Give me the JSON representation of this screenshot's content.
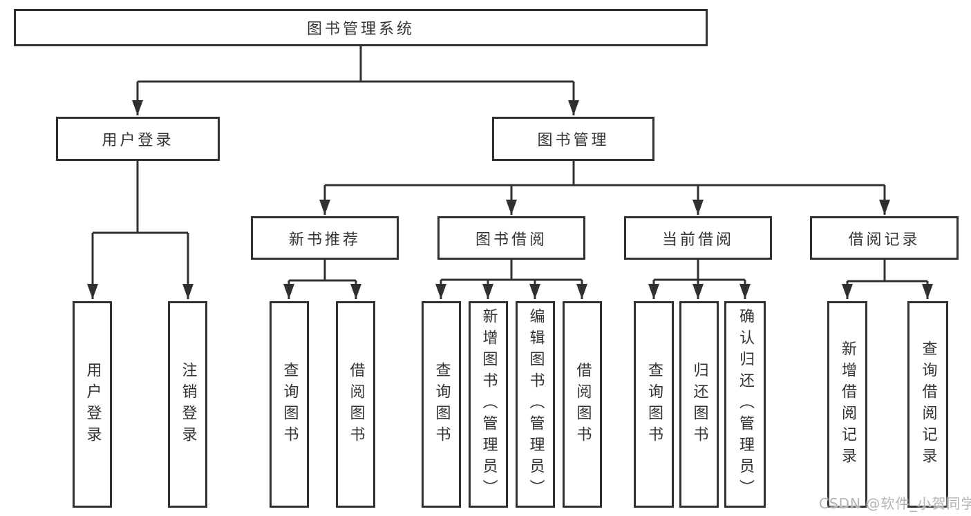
{
  "diagram": {
    "title_node": "图书管理系统",
    "nodes": {
      "root": "图书管理系统",
      "user_login": "用户登录",
      "book_mgmt": "图书管理",
      "login": "用户登录",
      "logout": "注销登录",
      "new_books": "新书推荐",
      "book_borrow": "图书借阅",
      "current_borrow": "当前借阅",
      "borrow_records": "借阅记录",
      "nb_query": "查询图书",
      "nb_borrow": "借阅图书",
      "bb_query": "查询图书",
      "bb_add": "新增图书（管理员）",
      "bb_edit": "编辑图书（管理员）",
      "bb_borrow": "借阅图书",
      "cb_query": "查询图书",
      "cb_return": "归还图书",
      "cb_confirm": "确认归还（管理员）",
      "br_add": "新增借阅记录",
      "br_query": "查询借阅记录"
    },
    "colors": {
      "line": "#303030",
      "text": "#333333",
      "watermark": "#b3b3b3",
      "background": "#ffffff"
    }
  },
  "watermark": "CSDN @软件_小贺同学"
}
